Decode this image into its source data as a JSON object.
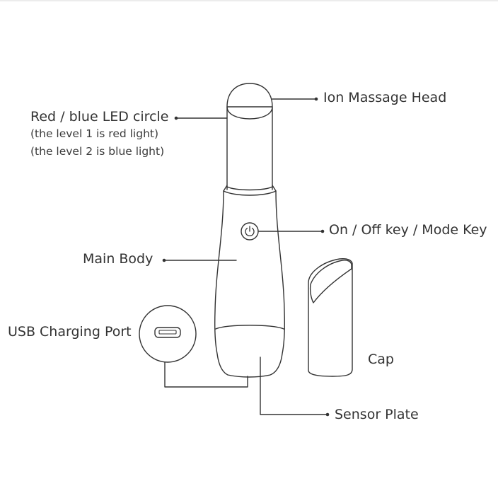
{
  "labels": {
    "ion_massage_head": "Ion Massage Head",
    "led_circle": "Red / blue LED circle",
    "led_level_1": "(the level 1 is red light)",
    "led_level_2": "(the level 2 is blue light)",
    "on_off_key": "On / Off key / Mode Key",
    "main_body": "Main Body",
    "usb_charging_port": "USB Charging Port",
    "cap": "Cap",
    "sensor_plate": "Sensor Plate"
  },
  "icons": {
    "power": "power-icon",
    "usb": "micro-usb-port-icon"
  },
  "colors": {
    "line": "#333333",
    "text": "#333333",
    "background": "#ffffff"
  }
}
